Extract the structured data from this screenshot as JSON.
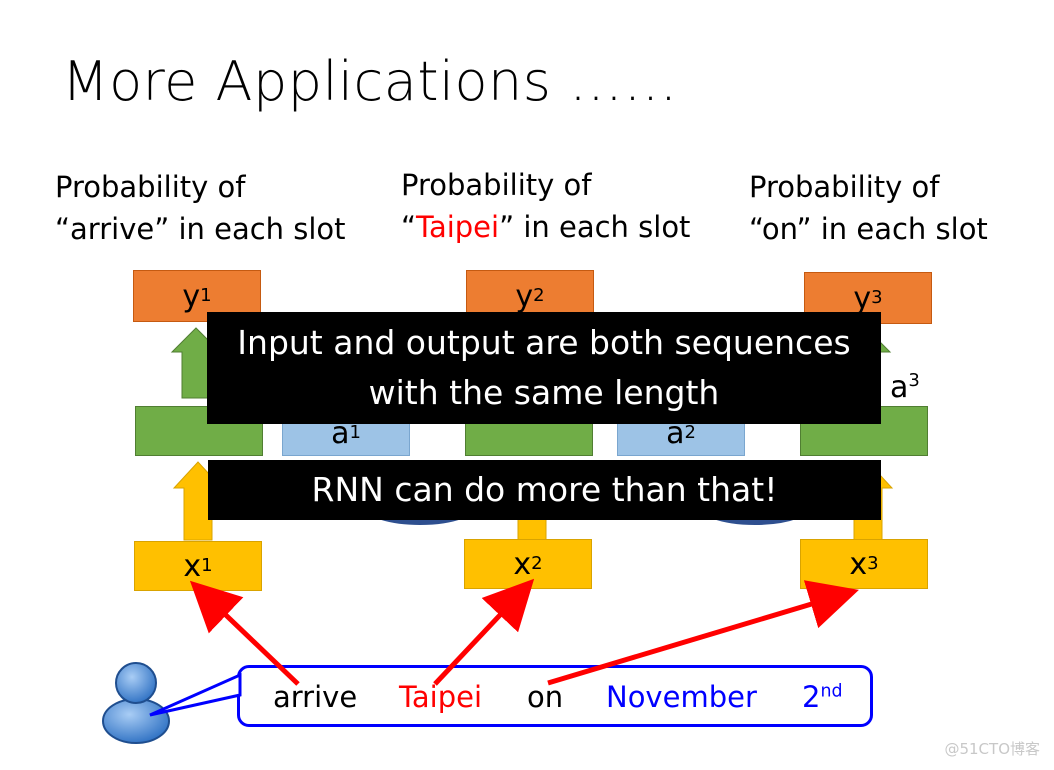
{
  "title": "More Applications ……",
  "prob_labels": [
    {
      "line1": "Probability of",
      "pre": "“",
      "word": "arrive",
      "post": "” in each slot"
    },
    {
      "line1": "Probability of",
      "pre": "“",
      "word": "Taipei",
      "post": "” in each slot"
    },
    {
      "line1": "Probability of",
      "pre": "“",
      "word": "on",
      "post": "” in each slot"
    }
  ],
  "outputs": [
    {
      "base": "y",
      "sup": "1"
    },
    {
      "base": "y",
      "sup": "2"
    },
    {
      "base": "y",
      "sup": "3"
    }
  ],
  "inputs": [
    {
      "base": "x",
      "sup": "1"
    },
    {
      "base": "x",
      "sup": "2"
    },
    {
      "base": "x",
      "sup": "3"
    }
  ],
  "memory": [
    {
      "base": "a",
      "sup": "1"
    },
    {
      "base": "a",
      "sup": "2"
    },
    {
      "base": "a",
      "sup": "3"
    }
  ],
  "banners": {
    "top_line1": "Input and output are both sequences",
    "top_line2": "with the same length",
    "bottom": "RNN can do more than that!"
  },
  "sentence": {
    "w1": "arrive",
    "w2": "Taipei",
    "w3": "on",
    "w4": "November",
    "w5_base": "2",
    "w5_sup": "nd"
  },
  "watermark": "@51CTO博客",
  "colors": {
    "output": "#ed7d31",
    "hidden": "#70ad47",
    "memory": "#9dc3e6",
    "input": "#ffc000",
    "arrow": "#ff0000",
    "sentence_border": "#0000ff",
    "highlight_word": "#ff0000",
    "date_word": "#0000ff"
  }
}
